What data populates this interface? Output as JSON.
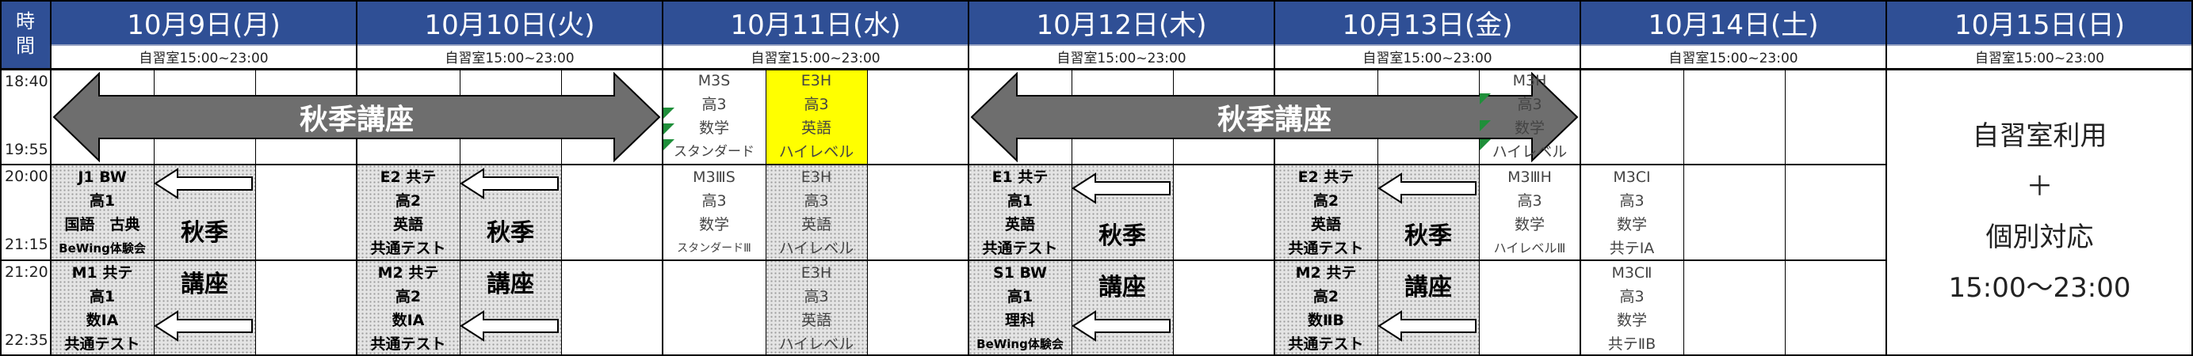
{
  "corner": {
    "line1": "時",
    "line2": "間"
  },
  "days": [
    {
      "date": "10月9日(月)",
      "sub": "自習室15:00~23:00"
    },
    {
      "date": "10月10日(火)",
      "sub": "自習室15:00~23:00"
    },
    {
      "date": "10月11日(水)",
      "sub": "自習室15:00~23:00"
    },
    {
      "date": "10月12日(木)",
      "sub": "自習室15:00~23:00"
    },
    {
      "date": "10月13日(金)",
      "sub": "自習室15:00~23:00"
    },
    {
      "date": "10月14日(土)",
      "sub": "自習室15:00~23:00"
    },
    {
      "date": "10月15日(日)",
      "sub": "自習室15:00~23:00"
    }
  ],
  "times": {
    "p1_start": "18:40",
    "p1_end": "19:55",
    "p2_start": "20:00",
    "p2_end": "21:15",
    "p3_start": "21:20",
    "p3_end": "22:35"
  },
  "banner": {
    "label": "秋季講座"
  },
  "kaki": {
    "line1": "秋季",
    "line2": "講座"
  },
  "mon": {
    "p2": [
      "J1 BW",
      "高1",
      "国語　古典",
      "BeWing体験会"
    ],
    "p3": [
      "M1 共テ",
      "高1",
      "数ⅠA",
      "共通テスト"
    ]
  },
  "tue": {
    "p2": [
      "E2 共テ",
      "高2",
      "英語",
      "共通テスト"
    ],
    "p3": [
      "M2 共テ",
      "高2",
      "数ⅠA",
      "共通テスト"
    ]
  },
  "wed": {
    "p1a": [
      "M3S",
      "高3",
      "数学",
      "スタンダード"
    ],
    "p1b": [
      "E3H",
      "高3",
      "英語",
      "ハイレベル"
    ],
    "p2a": [
      "M3ⅢS",
      "高3",
      "数学",
      "スタンダードⅢ"
    ],
    "p2b": [
      "E3H",
      "高3",
      "英語",
      "ハイレベル"
    ],
    "p3b": [
      "E3H",
      "高3",
      "英語",
      "ハイレベル"
    ]
  },
  "thu": {
    "p2": [
      "E1 共テ",
      "高1",
      "英語",
      "共通テスト"
    ],
    "p3": [
      "S1 BW",
      "高1",
      "理科",
      "BeWing体験会"
    ]
  },
  "fri": {
    "p1": [
      "M3H",
      "高3",
      "数学",
      "ハイレベル"
    ],
    "p2a": [
      "E2 共テ",
      "高2",
      "英語",
      "共通テスト"
    ],
    "p2b": [
      "M3ⅢH",
      "高3",
      "数学",
      "ハイレベルⅢ"
    ],
    "p3a": [
      "M2 共テ",
      "高2",
      "数ⅡB",
      "共通テスト"
    ]
  },
  "sat": {
    "p2": [
      "M3CⅠ",
      "高3",
      "数学",
      "共テⅠA"
    ],
    "p3": [
      "M3CⅡ",
      "高3",
      "数学",
      "共テⅡB"
    ]
  },
  "sun": {
    "lines": [
      "自習室利用",
      "＋",
      "個別対応",
      "15:00～23:00"
    ]
  },
  "colors": {
    "header": "#2f4f95",
    "highlight": "#ffff00",
    "arrow": "#6e6e6e",
    "marker": "#1f8f3a"
  }
}
